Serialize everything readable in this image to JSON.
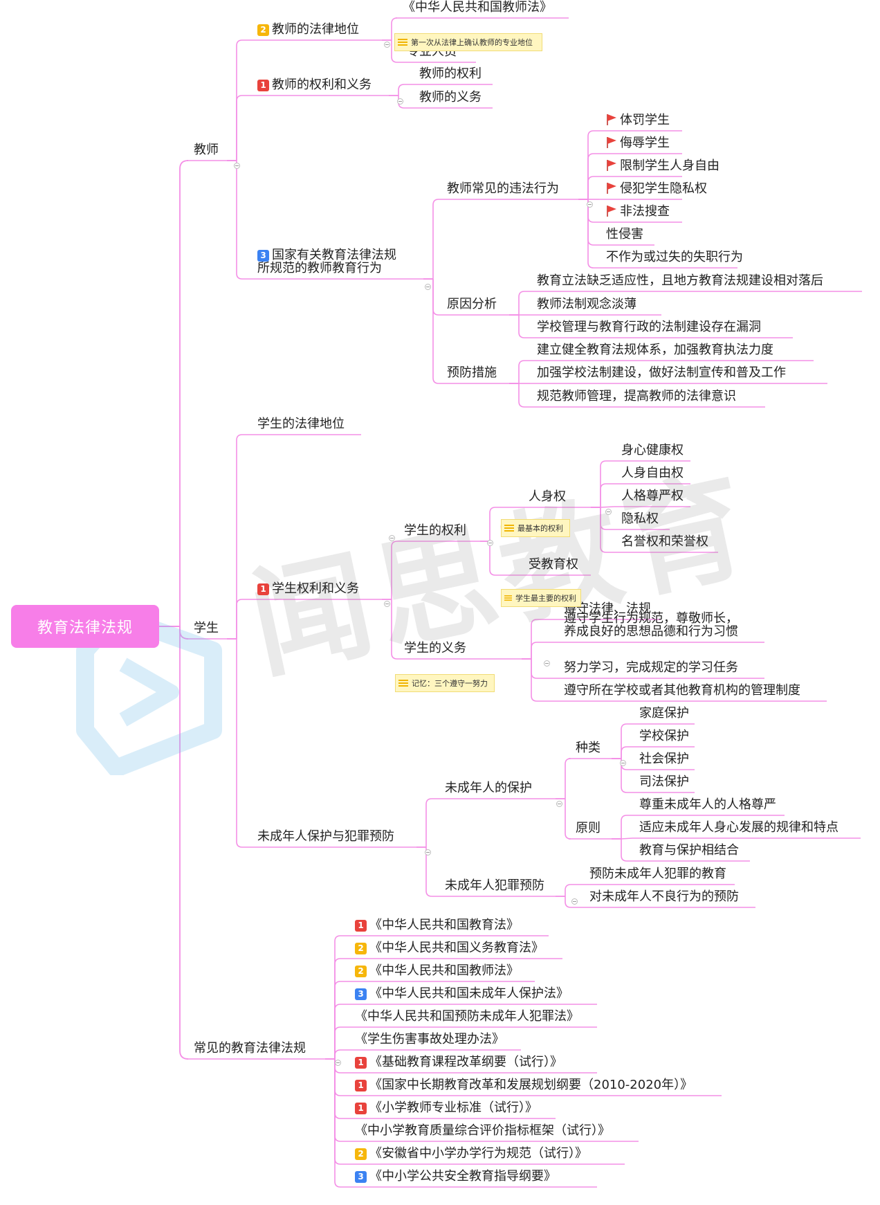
{
  "root": {
    "label": "教育法律法规"
  },
  "watermark": {
    "text": "闻思教育"
  },
  "colors": {
    "root_bg": "#f77ee8",
    "line": "#f48fe6",
    "p1": "#e8423c",
    "p2": "#f6b60b",
    "p3": "#3b82f2",
    "note_bg": "#fff6c0"
  },
  "branches": {
    "teacher": {
      "label": "教师",
      "legal_status": {
        "label": "教师的法律地位",
        "priority": "2",
        "note": "第一次从法律上确认教师的专业地位",
        "children": [
          "《中华人民共和国教师法》",
          "专业人员"
        ]
      },
      "rights_duties": {
        "label": "教师的权利和义务",
        "priority": "1",
        "children": [
          "教师的权利",
          "教师的义务"
        ]
      },
      "regulated": {
        "label_line1": "国家有关教育法律法规",
        "label_line2": "所规范的教师教育行为",
        "priority": "3",
        "violations": {
          "label": "教师常见的违法行为",
          "items": [
            "体罚学生",
            "侮辱学生",
            "限制学生人身自由",
            "侵犯学生隐私权",
            "非法搜查",
            "性侵害",
            "不作为或过失的失职行为"
          ]
        },
        "causes": {
          "label": "原因分析",
          "items": [
            "教育立法缺乏适应性，且地方教育法规建设相对落后",
            "教师法制观念淡薄",
            "学校管理与教育行政的法制建设存在漏洞"
          ]
        },
        "prevention": {
          "label": "预防措施",
          "items": [
            "建立健全教育法规体系，加强教育执法力度",
            "加强学校法制建设，做好法制宣传和普及工作",
            "规范教师管理，提高教师的法律意识"
          ]
        }
      }
    },
    "student": {
      "label": "学生",
      "legal_status": {
        "label": "学生的法律地位"
      },
      "rights_duties": {
        "label": "学生权利和义务",
        "priority": "1",
        "rights": {
          "label": "学生的权利",
          "personal": {
            "label": "人身权",
            "note": "最基本的权利",
            "items": [
              "身心健康权",
              "人身自由权",
              "人格尊严权",
              "隐私权",
              "名誉权和荣誉权"
            ]
          },
          "education": {
            "label": "受教育权",
            "note": "学生最主要的权利"
          }
        },
        "duties": {
          "label": "学生的义务",
          "note": "记忆：三个遵守一努力",
          "items": [
            "遵守法律、法规",
            "遵守学生行为规范，尊敬师长，",
            "养成良好的思想品德和行为习惯",
            "努力学习，完成规定的学习任务",
            "遵守所在学校或者其他教育机构的管理制度"
          ]
        }
      },
      "protection": {
        "label": "未成年人保护与犯罪预防",
        "minor_protection": {
          "label": "未成年人的保护",
          "types": {
            "label": "种类",
            "items": [
              "家庭保护",
              "学校保护",
              "社会保护",
              "司法保护"
            ]
          },
          "principles": {
            "label": "原则",
            "items": [
              "尊重未成年人的人格尊严",
              "适应未成年人身心发展的规律和特点",
              "教育与保护相结合"
            ]
          }
        },
        "crime_prevention": {
          "label": "未成年人犯罪预防",
          "items": [
            "预防未成年人犯罪的教育",
            "对未成年人不良行为的预防"
          ]
        }
      }
    },
    "laws": {
      "label": "常见的教育法律法规",
      "items": [
        {
          "text": "《中华人民共和国教育法》",
          "priority": "1"
        },
        {
          "text": "《中华人民共和国义务教育法》",
          "priority": "2"
        },
        {
          "text": "《中华人民共和国教师法》",
          "priority": "2"
        },
        {
          "text": "《中华人民共和国未成年人保护法》",
          "priority": "3"
        },
        {
          "text": "《中华人民共和国预防未成年人犯罪法》",
          "priority": ""
        },
        {
          "text": "《学生伤害事故处理办法》",
          "priority": ""
        },
        {
          "text": "《基础教育课程改革纲要（试行）》",
          "priority": "1"
        },
        {
          "text": "《国家中长期教育改革和发展规划纲要（2010-2020年）》",
          "priority": "1"
        },
        {
          "text": "《小学教师专业标准（试行）》",
          "priority": "1"
        },
        {
          "text": "《中小学教育质量综合评价指标框架（试行）》",
          "priority": ""
        },
        {
          "text": "《安徽省中小学办学行为规范（试行）》",
          "priority": "2"
        },
        {
          "text": "《中小学公共安全教育指导纲要》",
          "priority": "3"
        }
      ]
    }
  }
}
